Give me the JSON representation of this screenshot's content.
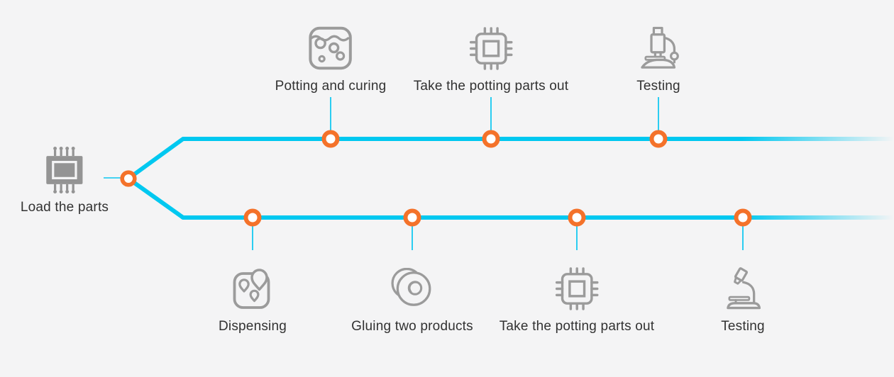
{
  "diagram": {
    "name": "potting-process-flow",
    "colors": {
      "line_cyan": "#00c8f0",
      "node_orange": "#f4722a",
      "icon_gray": "#9b9b9b",
      "text": "#323232",
      "background": "#f4f4f5"
    },
    "start": {
      "label": "Load the parts",
      "icon": "chip-solid-icon"
    },
    "top_branch": [
      {
        "label": "Potting and curing",
        "icon": "potting-container-icon"
      },
      {
        "label": "Take the potting parts out",
        "icon": "cpu-chip-icon"
      },
      {
        "label": "Testing",
        "icon": "microscope-icon"
      }
    ],
    "bottom_branch": [
      {
        "label": "Dispensing",
        "icon": "dispensing-drops-icon"
      },
      {
        "label": "Gluing two products",
        "icon": "two-discs-icon"
      },
      {
        "label": "Take the potting parts out",
        "icon": "cpu-chip-icon"
      },
      {
        "label": "Testing",
        "icon": "microscope-tilted-icon"
      }
    ]
  }
}
